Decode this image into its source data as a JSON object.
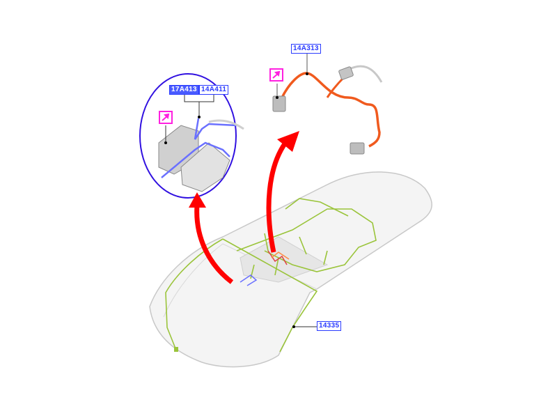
{
  "labels": {
    "harness_roof": "14335",
    "harness_upper": "14A313",
    "inset_part_a": "17A413",
    "inset_part_b": "14A411"
  },
  "colors": {
    "label_blue": "#2a3bff",
    "label_filled": "#4a5cff",
    "callout_magenta": "#ff20e0",
    "arrow_red": "#ff0000",
    "harness_green": "#9ac43a",
    "harness_orange": "#f05a1e",
    "inset_circle": "#3010e0"
  }
}
